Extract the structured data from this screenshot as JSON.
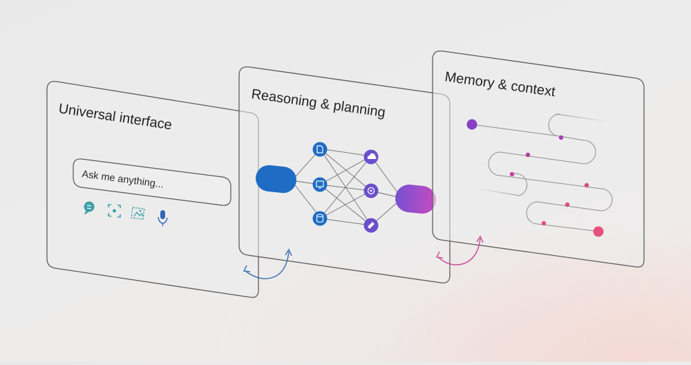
{
  "panels": {
    "interface": {
      "title": "Universal interface",
      "input_text": "Ask me anything...",
      "icons": [
        "chat-icon",
        "scan-icon",
        "image-select-icon",
        "microphone-icon"
      ]
    },
    "reasoning": {
      "title": "Reasoning & planning"
    },
    "memory": {
      "title": "Memory & context"
    }
  },
  "colors": {
    "blue": "#1f6cc4",
    "purple": "#7a4fd0",
    "magenta": "#c247b8",
    "pink": "#e6507a",
    "teal": "#3b9fa8",
    "arrow_blue": "#3d72b0",
    "arrow_pink": "#c8509a"
  }
}
